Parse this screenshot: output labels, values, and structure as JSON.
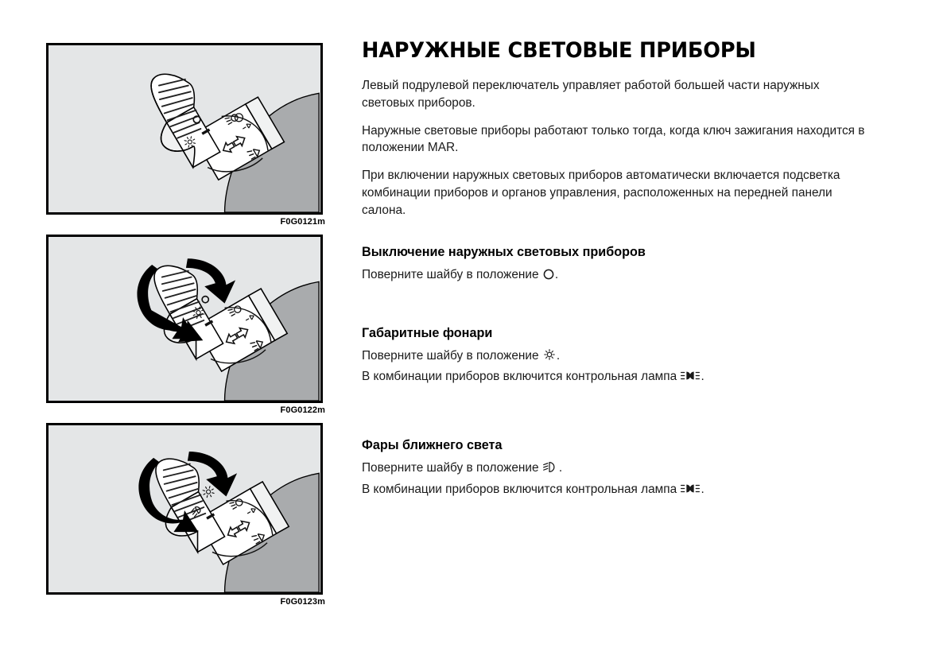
{
  "document": {
    "title": "НАРУЖНЫЕ СВЕТОВЫЕ ПРИБОРЫ",
    "paragraphs": [
      "Левый подрулевой переключатель управляет работой большей части наружных световых приборов.",
      "Наружные световые приборы работают только тогда, когда ключ зажигания находится в положении MAR.",
      "При включении наружных световых приборов автоматически включается подсветка комбинации приборов и органов управления, расположенных на передней панели салона."
    ],
    "sections": [
      {
        "heading": "Выключение наружных световых приборов",
        "lines": [
          {
            "prefix": "Поверните шайбу в положение ",
            "symbol": "circle-o-icon",
            "suffix": "."
          }
        ]
      },
      {
        "heading": "Габаритные фонари",
        "lines": [
          {
            "prefix": "Поверните шайбу в положение ",
            "symbol": "sidelight-sun-icon",
            "suffix": "."
          },
          {
            "prefix": "В комбинации приборов включится контрольная лампа ",
            "symbol": "position-lamp-telltale-icon",
            "suffix": "."
          }
        ]
      },
      {
        "heading": "Фары ближнего света",
        "lines": [
          {
            "prefix": "Поверните шайбу в положение ",
            "symbol": "low-beam-icon",
            "suffix": "."
          },
          {
            "prefix": "В комбинации приборов включится контрольная лампа ",
            "symbol": "position-lamp-telltale-icon",
            "suffix": "."
          }
        ]
      }
    ]
  },
  "figures": [
    {
      "caption": "F0G0121m",
      "alt": "Левый подрулевой переключатель, шайба в положении O",
      "rotation_arrow": false,
      "dial_marks": [
        "O",
        "sidelight-sun-icon"
      ]
    },
    {
      "caption": "F0G0122m",
      "alt": "Поворот шайбы в положение габаритных фонарей",
      "rotation_arrow": true,
      "dial_marks": [
        "O",
        "sidelight-sun-icon",
        "low-beam-icon"
      ]
    },
    {
      "caption": "F0G0123m",
      "alt": "Поворот шайбы в положение фар ближнего света",
      "rotation_arrow": true,
      "dial_marks": [
        "sidelight-sun-icon",
        "low-beam-icon"
      ]
    }
  ],
  "colors": {
    "frame_border": "#000000",
    "frame_background": "#e4e6e7",
    "steering_wheel": "#a9abad",
    "stalk_body": "#ffffff",
    "stalk_shade": "#d8dadb",
    "ink": "#1a1a1a"
  }
}
